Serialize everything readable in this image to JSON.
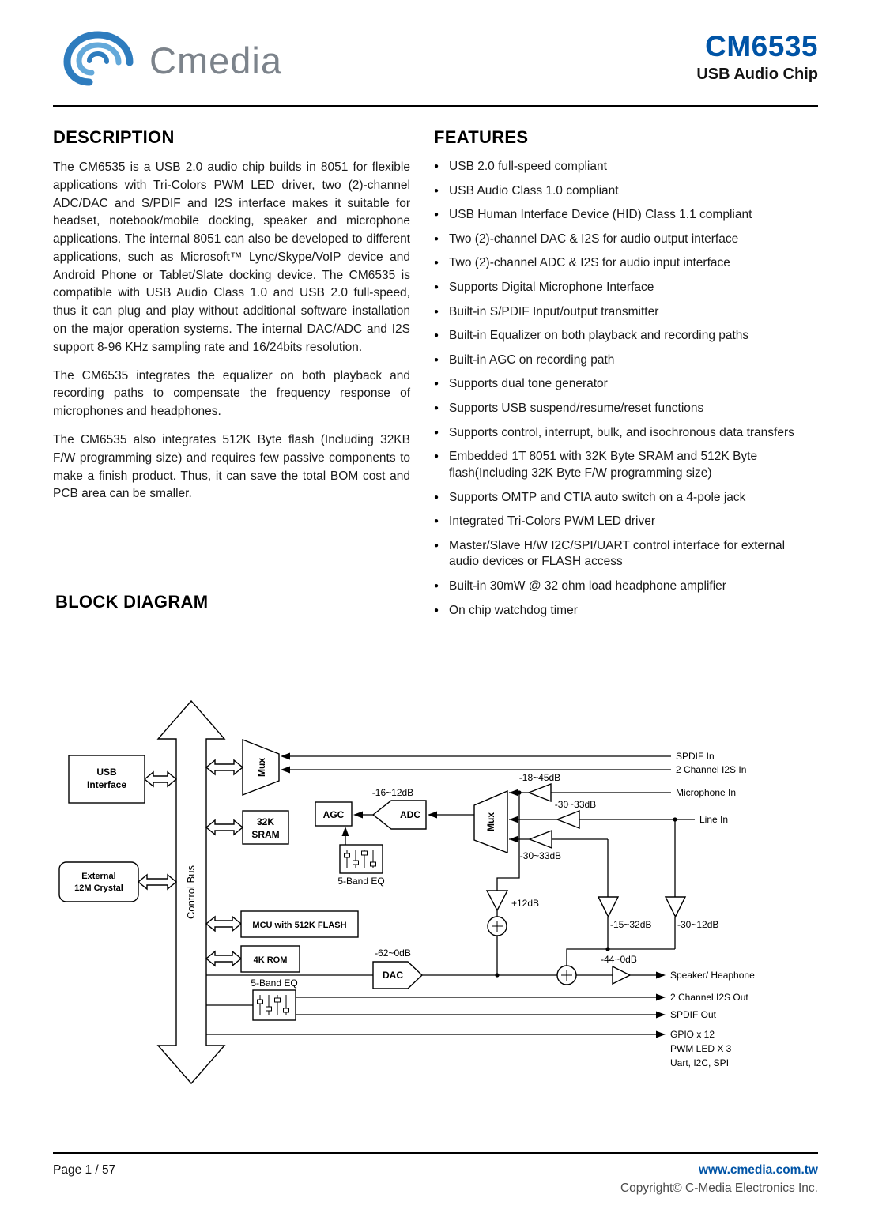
{
  "page": {
    "accent_blue": "#0054A6"
  },
  "header": {
    "logo_text": "Cmedia",
    "product": "CM6535",
    "subtitle": "USB Audio Chip"
  },
  "description": {
    "title": "DESCRIPTION",
    "paragraphs": [
      "The CM6535 is a USB 2.0 audio chip builds in 8051 for flexible applications with Tri-Colors PWM LED driver, two (2)-channel ADC/DAC and S/PDIF and I2S interface makes it suitable for headset, notebook/mobile docking, speaker and microphone applications. The internal 8051 can also be developed to different applications, such as Microsoft™ Lync/Skype/VoIP device and Android Phone or Tablet/Slate docking device. The CM6535 is compatible with USB Audio Class 1.0 and USB 2.0 full-speed, thus it can plug and play without additional software installation on the major operation systems. The internal DAC/ADC and I2S support 8-96 KHz sampling rate and 16/24bits resolution.",
      "The CM6535 integrates the equalizer on both playback and recording paths to compensate the frequency response of microphones and headphones.",
      "The CM6535 also integrates 512K Byte flash (Including 32KB F/W programming size) and requires few passive components to make a finish product. Thus, it can save the total BOM cost and PCB area can be smaller."
    ]
  },
  "features": {
    "title": "FEATURES",
    "items": [
      "USB 2.0 full-speed compliant",
      "USB Audio Class 1.0 compliant",
      "USB Human Interface Device (HID) Class 1.1 compliant",
      "Two (2)-channel DAC & I2S for audio output interface",
      "Two (2)-channel ADC & I2S for audio input interface",
      "Supports Digital Microphone Interface",
      "Built-in S/PDIF Input/output transmitter",
      "Built-in Equalizer on both playback and recording paths",
      "Built-in AGC on recording path",
      "Supports dual tone generator",
      "Supports USB suspend/resume/reset functions",
      "Supports control, interrupt, bulk, and isochronous data transfers",
      "Embedded 1T 8051 with 32K Byte SRAM and 512K Byte flash(Including 32K Byte F/W programming size)",
      "Supports OMTP and CTIA auto switch on a 4-pole jack",
      "Integrated Tri-Colors PWM LED driver",
      "Master/Slave H/W I2C/SPI/UART control interface for external audio devices or FLASH access",
      "Built-in 30mW @ 32 ohm load headphone amplifier",
      "On chip watchdog timer"
    ]
  },
  "diagram": {
    "title": "BLOCK DIAGRAM",
    "control_bus": "Control Bus",
    "usb_line1": "USB",
    "usb_line2": "Interface",
    "crystal_line1": "External",
    "crystal_line2": "12M Crystal",
    "mux_top": "Mux",
    "mux_mid": "Mux",
    "sram_line1": "32K",
    "sram_line2": "SRAM",
    "agc": "AGC",
    "adc": "ADC",
    "dac": "DAC",
    "mcu": "MCU with 512K FLASH",
    "rom": "4K ROM",
    "eq_top": "5-Band EQ",
    "eq_bottom": "5-Band EQ",
    "gain_adc": "-16~12dB",
    "gain_dac": "-62~0dB",
    "gain_spdif_mic": "-18~45dB",
    "gain_line": "-30~33dB",
    "gain_loop": "-30~33dB",
    "gain_boost": "+12dB",
    "gain_sidetone": "-15~32dB",
    "gain_out_trim": "-30~12dB",
    "gain_speaker": "-44~0dB",
    "io": {
      "spdif_in": "SPDIF In",
      "i2s_in": "2 Channel I2S In",
      "mic_in": "Microphone In",
      "line_in": "Line In",
      "speaker": "Speaker/ Heaphone",
      "i2s_out": "2 Channel I2S Out",
      "spdif_out": "SPDIF Out",
      "gpio": "GPIO x 12",
      "pwm": "PWM LED X 3",
      "uart": "Uart, I2C, SPI"
    }
  },
  "footer": {
    "page_label": "Page 1 / 57",
    "website": "www.cmedia.com.tw",
    "copyright": "Copyright© C-Media Electronics Inc."
  }
}
